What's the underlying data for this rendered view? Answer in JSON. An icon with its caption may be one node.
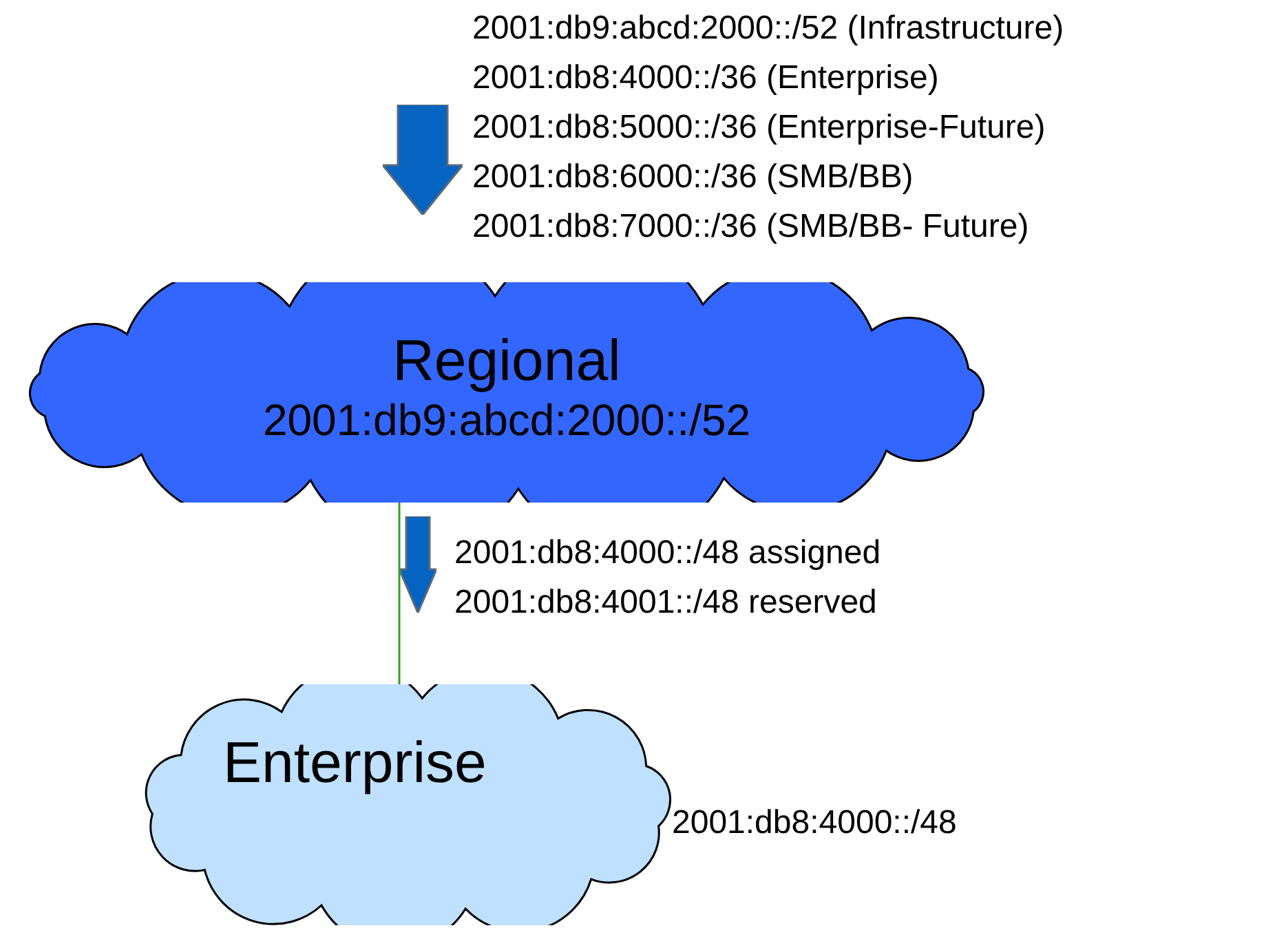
{
  "diagram": {
    "nodes": [
      {
        "text": [
          "Regional",
          "2001:db9:abcd:2000::/52"
        ]
      },
      {
        "text": [
          "Enterprise"
        ],
        "beside": [
          "2001:db8:4000::/48"
        ]
      }
    ],
    "edges": [
      {
        "from": 0,
        "to": 1,
        "arrow": "none",
        "color": "#3a9a2a"
      }
    ],
    "labels": [
      "2001:db9:abcd:2000::/52 (Infrastructure)",
      "2001:db8:4000::/36 (Enterprise)",
      "2001:db8:5000::/36 (Enterprise-Future)",
      "2001:db8:6000::/36 (SMB/BB)",
      "2001:db8:7000::/36 (SMB/BB- Future)",
      "2001:db8:4000::/48 assigned",
      "2001:db8:4001::/48 reserved"
    ]
  }
}
